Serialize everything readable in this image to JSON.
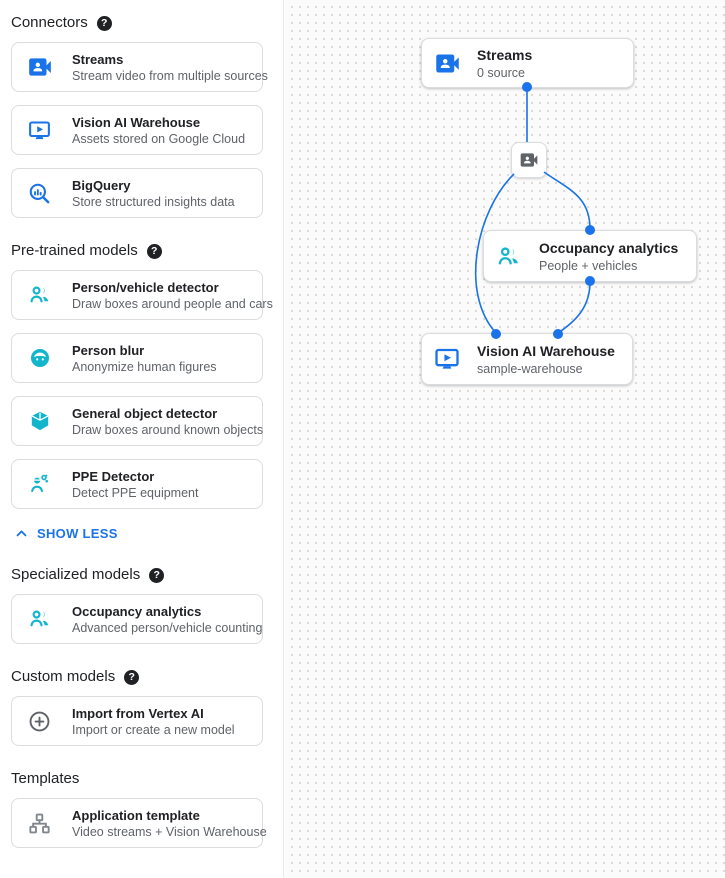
{
  "colors": {
    "accent_blue": "#1a73e8",
    "model_teal": "#12b5cb",
    "icon_gray": "#5f6368"
  },
  "icons": {
    "help_glyph": "?"
  },
  "sidebar": {
    "sections": [
      {
        "title": "Connectors",
        "items": [
          {
            "icon": "video-camera-icon",
            "title": "Streams",
            "subtitle": "Stream video from multiple sources"
          },
          {
            "icon": "smart-display-icon",
            "title": "Vision AI Warehouse",
            "subtitle": "Assets stored on Google Cloud"
          },
          {
            "icon": "bigquery-icon",
            "title": "BigQuery",
            "subtitle": "Store structured insights data"
          }
        ]
      },
      {
        "title": "Pre-trained models",
        "items": [
          {
            "icon": "people-icon",
            "title": "Person/vehicle detector",
            "subtitle": "Draw boxes around people and cars"
          },
          {
            "icon": "face-icon",
            "title": "Person blur",
            "subtitle": "Anonymize human figures"
          },
          {
            "icon": "cube-icon",
            "title": "General object detector",
            "subtitle": "Draw boxes around known objects"
          },
          {
            "icon": "ppe-icon",
            "title": "PPE Detector",
            "subtitle": "Detect PPE equipment"
          }
        ],
        "collapse_link": "SHOW LESS"
      },
      {
        "title": "Specialized models",
        "items": [
          {
            "icon": "people-icon",
            "title": "Occupancy analytics",
            "subtitle": "Advanced person/vehicle counting"
          }
        ]
      },
      {
        "title": "Custom models",
        "items": [
          {
            "icon": "plus-circle-icon",
            "title": "Import from Vertex AI",
            "subtitle": "Import or create a new model"
          }
        ]
      },
      {
        "title": "Templates",
        "items": [
          {
            "icon": "tree-icon",
            "title": "Application template",
            "subtitle": "Video streams + Vision Warehouse"
          }
        ]
      }
    ]
  },
  "canvas": {
    "nodes": {
      "streams": {
        "title": "Streams",
        "subtitle": "0 source"
      },
      "occupancy": {
        "title": "Occupancy analytics",
        "subtitle": "People + vehicles"
      },
      "warehouse": {
        "title": "Vision AI Warehouse",
        "subtitle": "sample-warehouse"
      }
    }
  }
}
